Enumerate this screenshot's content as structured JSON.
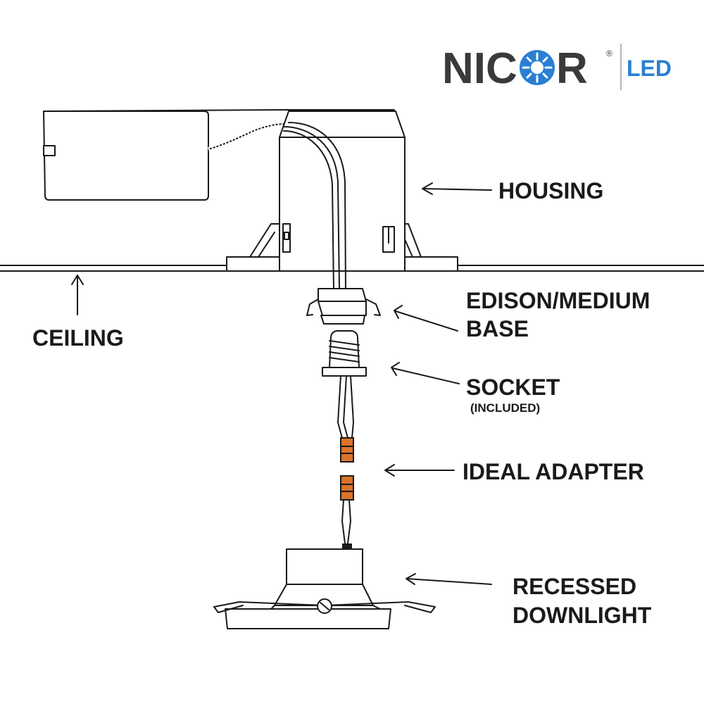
{
  "brand": {
    "name_left": "NIC",
    "name_right": "R",
    "registered": "®",
    "suffix": "LED",
    "primary_color": "#3a3a3a",
    "accent_color": "#2a7fd4"
  },
  "labels": {
    "housing": "HOUSING",
    "ceiling": "CEILING",
    "edison_line1": "EDISON/MEDIUM",
    "edison_line2": "BASE",
    "socket": "SOCKET",
    "socket_note": "(INCLUDED)",
    "ideal_adapter": "IDEAL ADAPTER",
    "recessed_line1": "RECESSED",
    "recessed_line2": "DOWNLIGHT"
  },
  "colors": {
    "line": "#1a1a1a",
    "connector": "#d9742b",
    "background": "#ffffff"
  }
}
